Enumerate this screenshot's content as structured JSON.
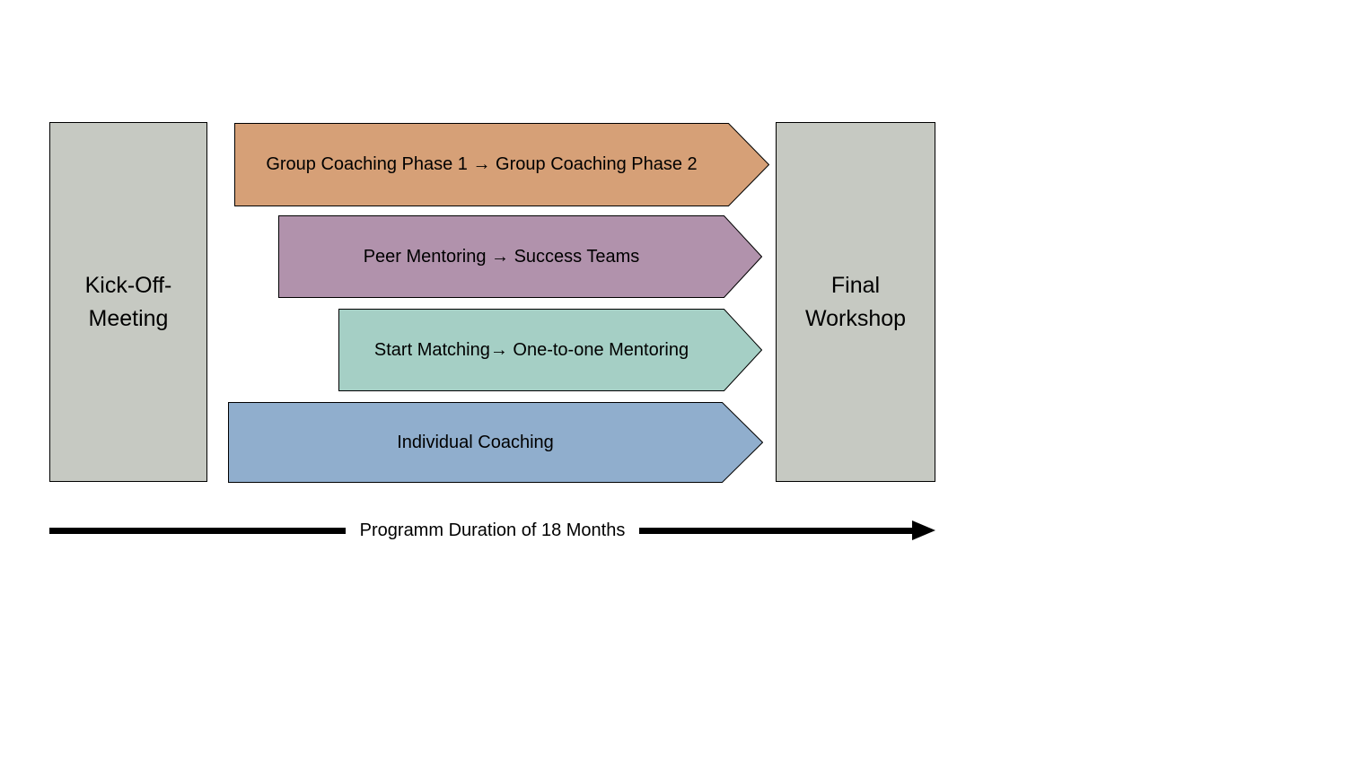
{
  "diagram": {
    "kickoff": {
      "label": "Kick-Off-Meeting"
    },
    "final": {
      "label": "Final Workshop"
    },
    "arrows": [
      {
        "label": "Group Coaching Phase 1 → Group Coaching Phase 2",
        "color": "#d6a077"
      },
      {
        "label": "Peer Mentoring  →  Success Teams",
        "color": "#b192ac"
      },
      {
        "label": "Start Matching→ One-to-one Mentoring",
        "color": "#a5cfc5"
      },
      {
        "label": "Individual Coaching",
        "color": "#90aecd"
      }
    ],
    "timeline": {
      "label": "Programm Duration of 18 Months"
    },
    "colors": {
      "box_fill": "#c6c9c2",
      "outline": "#000000"
    }
  }
}
